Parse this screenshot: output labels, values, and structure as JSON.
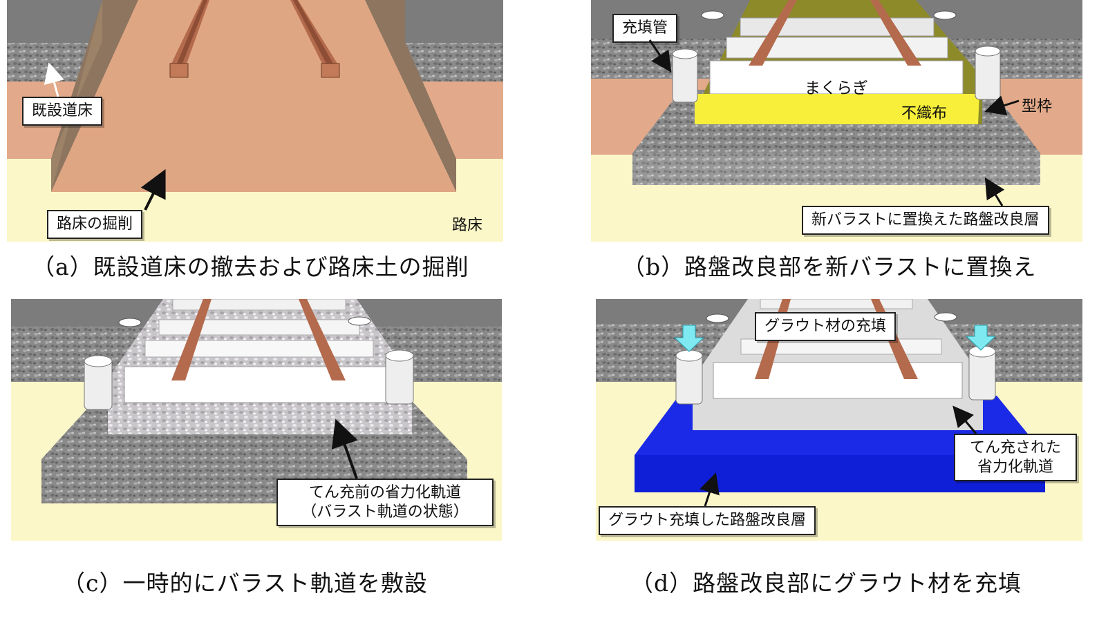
{
  "panel_a": {
    "caption": "（a）既設道床の撤去および路床土の掘削",
    "label_existing_bed": "既設道床",
    "label_excavation": "路床の掘削",
    "label_subgrade": "路床"
  },
  "panel_b": {
    "caption": "（b）路盤改良部を新バラストに置換え",
    "label_fill_pipe": "充填管",
    "label_sleeper": "まくらぎ",
    "label_nonwoven": "不織布",
    "label_formwork": "型枠",
    "label_new_ballast": "新バラストに置換えた路盤改良層"
  },
  "panel_c": {
    "caption": "（c）一時的にバラスト軌道を敷設",
    "label_track_line1": "てん充前の省力化軌道",
    "label_track_line2": "（バラスト軌道の状態）"
  },
  "panel_d": {
    "caption": "（d）路盤改良部にグラウト材を充填",
    "label_grout_fill": "グラウト材の充填",
    "label_filled_line1": "てん充された",
    "label_filled_line2": "省力化軌道",
    "label_grout_layer": "グラウト充填した路盤改良層"
  },
  "colors": {
    "gravel": "#8a8a8a",
    "earth": "#e2aa8a",
    "subgrade": "#fbf7c8",
    "rail": "#b46a4c",
    "nonwoven": "#f7ef3a",
    "formwork": "#8d8a2a",
    "grout": "#0f1fd8",
    "pipe_arrow": "#7fe9f2"
  }
}
